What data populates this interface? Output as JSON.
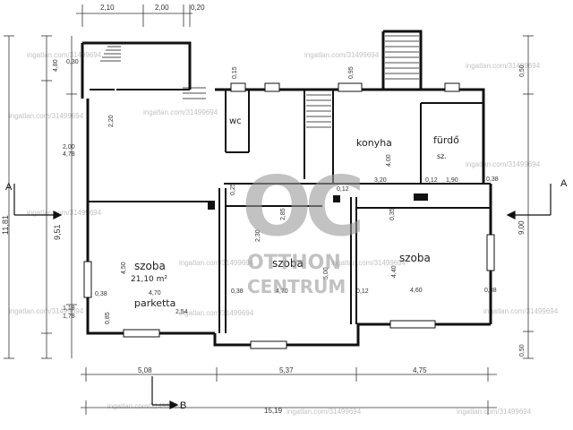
{
  "rooms": {
    "wc": "wc",
    "konyha": "konyha",
    "furdo": "fürdő",
    "sz": "sz.",
    "szoba_left": "szoba",
    "area_left": "21,10 m²",
    "parketta": "parketta",
    "szoba_mid": "szoba",
    "szoba_right": "szoba"
  },
  "dimensions": {
    "top_1": "2,10",
    "top_2": "2,00",
    "top_3": "0,20",
    "bottom_1": "5,08",
    "bottom_2": "5,37",
    "bottom_3": "4,75",
    "total": "15,19",
    "left_total": "11,81",
    "left_inner": "9,51",
    "right_total": "9,00",
    "right_top": "0,50",
    "right_bottom": "0,50",
    "d_2_00": "2,00",
    "d_4_78": "4,78",
    "d_4_50": "4,50",
    "d_4_70a": "4,70",
    "d_4_70b": "4,70",
    "d_0_38a": "0,38",
    "d_0_38b": "0,38",
    "d_0_38c": "0,38",
    "d_0_38d": "0,38",
    "d_1_18": "1,18",
    "d_1_78": "1,78",
    "d_2_54": "2,54",
    "d_5_00": "5,00",
    "d_4_60": "4,60",
    "d_4_40": "4,40",
    "d_4_00": "4,00",
    "d_3_20": "3,20",
    "d_0_12a": "0,12",
    "d_0_12b": "0,12",
    "d_0_12c": "0,12",
    "d_1_90": "1,90",
    "d_2_30": "2,30",
    "d_2_20": "2,20",
    "d_0_30": "0,30",
    "d_4_80": "4,80",
    "d_0_95": "0,95",
    "d_0_85": "0,85",
    "d_0_15": "0,15",
    "d_2_85": "2,85",
    "d_0_25": "0,25",
    "d_0_35": "0,35"
  },
  "section_markers": {
    "a_left": "A",
    "a_right": "A",
    "b": "B"
  },
  "watermark": {
    "line1": "OC",
    "line2": "OTTHON",
    "line3": "CENTRUM",
    "url": "ingatlan.com/31499694"
  }
}
